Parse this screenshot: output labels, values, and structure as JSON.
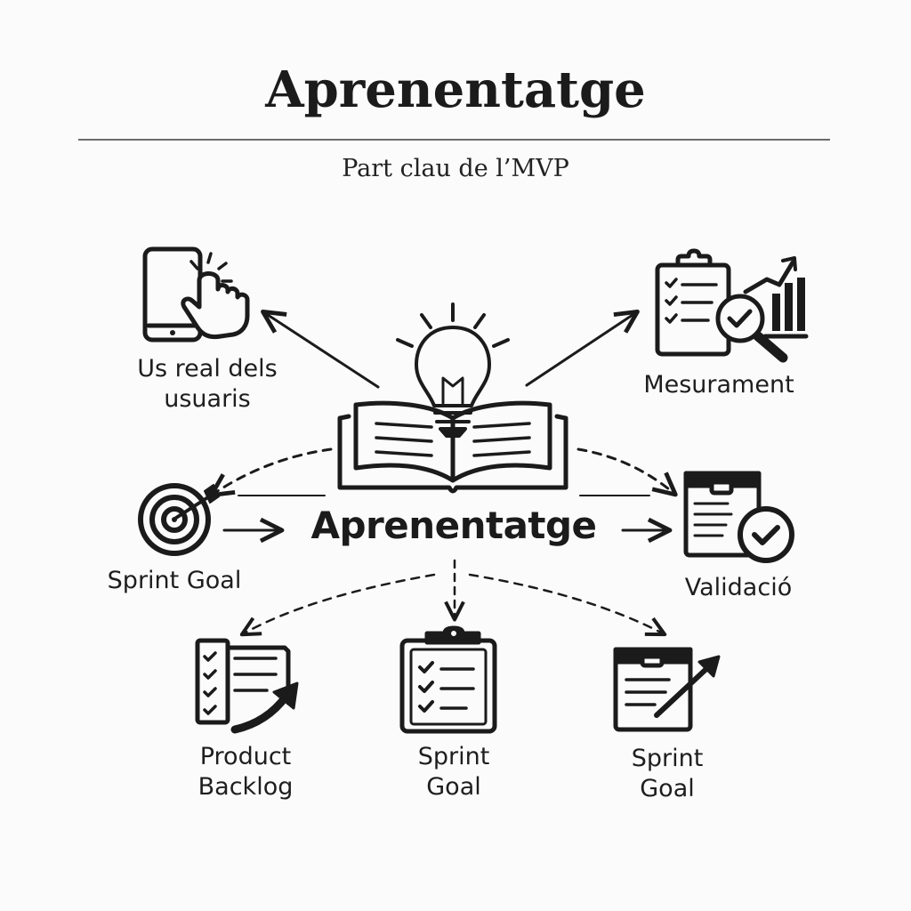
{
  "title": "Aprenentatge",
  "subtitle": "Part clau de l’MVP",
  "center": {
    "label": "Aprenentatge"
  },
  "nodes": {
    "top_left": {
      "line1": "Us real dels",
      "line2": "usuaris",
      "icon": "phone-tap-icon"
    },
    "top_right": {
      "line1": "Mesurament",
      "icon": "clipboard-chart-magnifier-icon"
    },
    "mid_left": {
      "line1": "Sprint Goal",
      "icon": "target-icon"
    },
    "mid_right": {
      "line1": "Validació",
      "icon": "document-check-icon"
    },
    "bottom_left": {
      "line1": "Product",
      "line2": "Backlog",
      "icon": "checklist-arrow-icon"
    },
    "bottom_center": {
      "line1": "Sprint",
      "line2": "Goal",
      "icon": "clipboard-checklist-icon"
    },
    "bottom_right": {
      "line1": "Sprint",
      "line2": "Goal",
      "icon": "document-pen-icon"
    }
  },
  "colors": {
    "ink": "#1b1b1b",
    "background": "#fbfbfb"
  }
}
